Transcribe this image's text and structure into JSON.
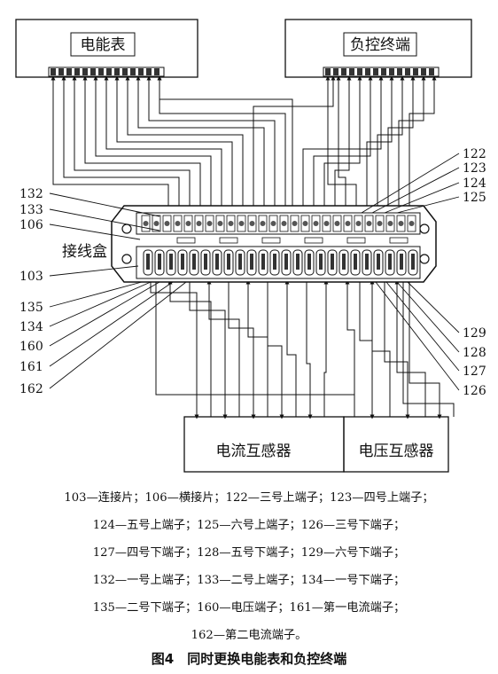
{
  "boxes": {
    "meter": "电能表",
    "terminal": "负控终端",
    "current_transformer": "电流互感器",
    "voltage_transformer": "电压互感器",
    "junction_box": "接线盒"
  },
  "callouts": {
    "left": [
      "132",
      "133",
      "106",
      "103",
      "135",
      "134",
      "160",
      "161",
      "162"
    ],
    "right": [
      "122",
      "123",
      "124",
      "125",
      "129",
      "128",
      "127",
      "126"
    ]
  },
  "legend": [
    "103—连接片；106—横接片；122—三号上端子；123—四号上端子；",
    "124—五号上端子；125—六号上端子；126—三号下端子；",
    "127—四号下端子；128—五号下端子；129—六号下端子；",
    "132—一号上端子；133—二号上端子；134—一号下端子；",
    "135—二号下端子；160—电压端子；161—第一电流端子；",
    "162—第二电流端子。"
  ],
  "caption": "图4　同时更换电能表和负控终端"
}
